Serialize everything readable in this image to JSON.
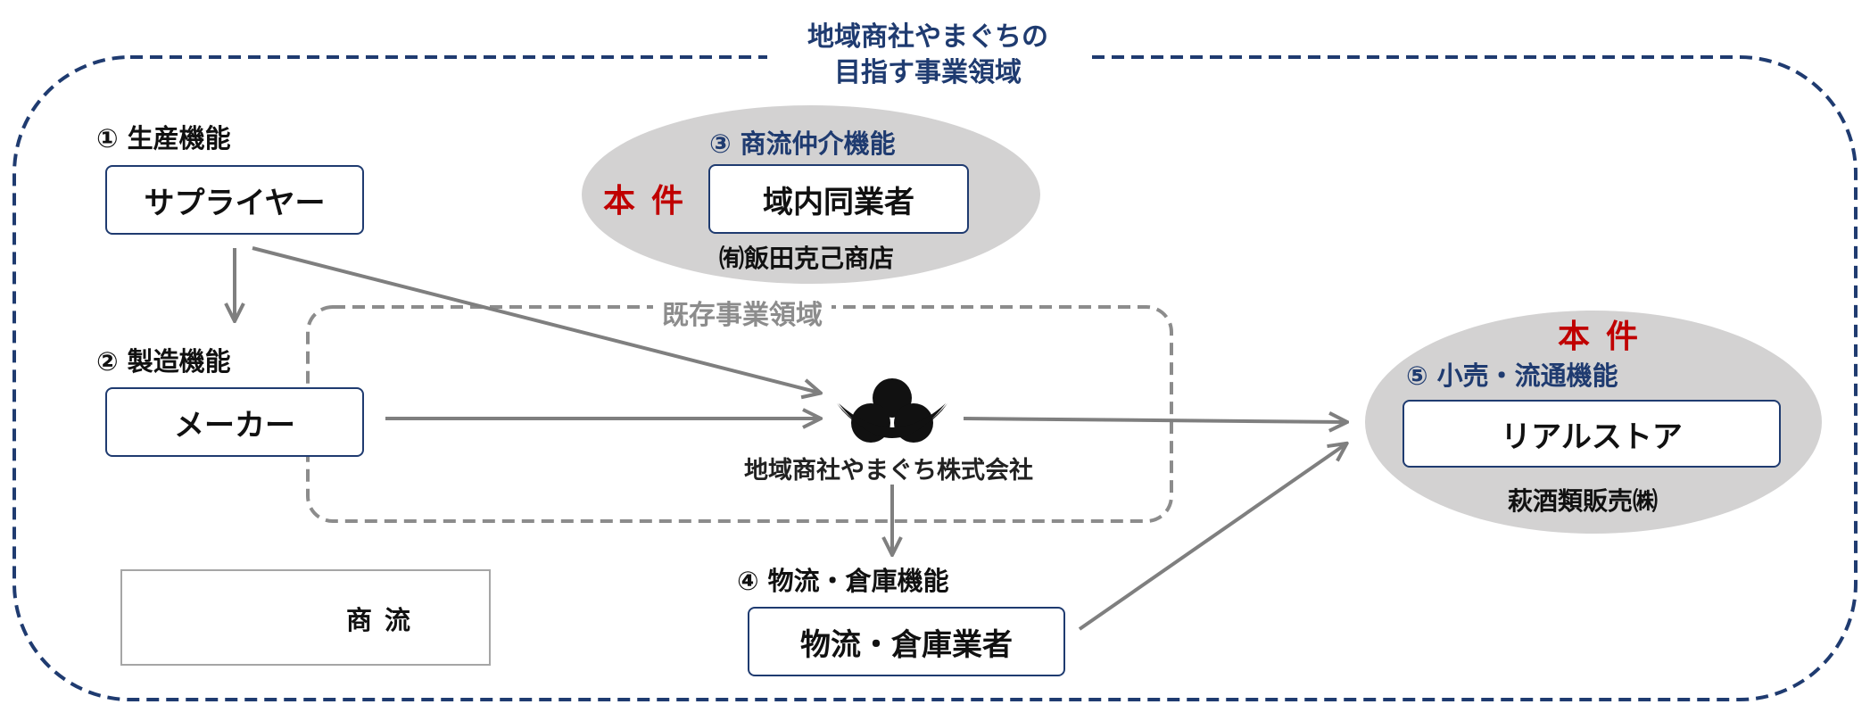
{
  "diagram": {
    "title_line1": "地域商社やまぐちの",
    "title_line2": "目指す事業領域",
    "existing_area_label": "既存事業領域",
    "functions": {
      "production": {
        "label": "① 生産機能",
        "box": "サプライヤー"
      },
      "manufacturing": {
        "label": "② 製造機能",
        "box": "メーカー"
      },
      "intermediary": {
        "label": "③ 商流仲介機能",
        "box": "域内同業者",
        "company": "㈲飯田克己商店",
        "tag": "本件"
      },
      "logistics": {
        "label": "④ 物流・倉庫機能",
        "box": "物流・倉庫業者"
      },
      "retail": {
        "label": "⑤ 小売・流通機能",
        "box": "リアルストア",
        "company": "萩酒類販売㈱",
        "tag": "本件"
      }
    },
    "center_company": "地域商社やまぐち株式会社",
    "legend": {
      "label": "商流"
    },
    "colors": {
      "navy": "#1f3b70",
      "red": "#c00000",
      "gray_arrow": "#7f7f7f",
      "oval_fill": "#d3d2d2",
      "dashed_gray": "#8c8c8c"
    }
  }
}
